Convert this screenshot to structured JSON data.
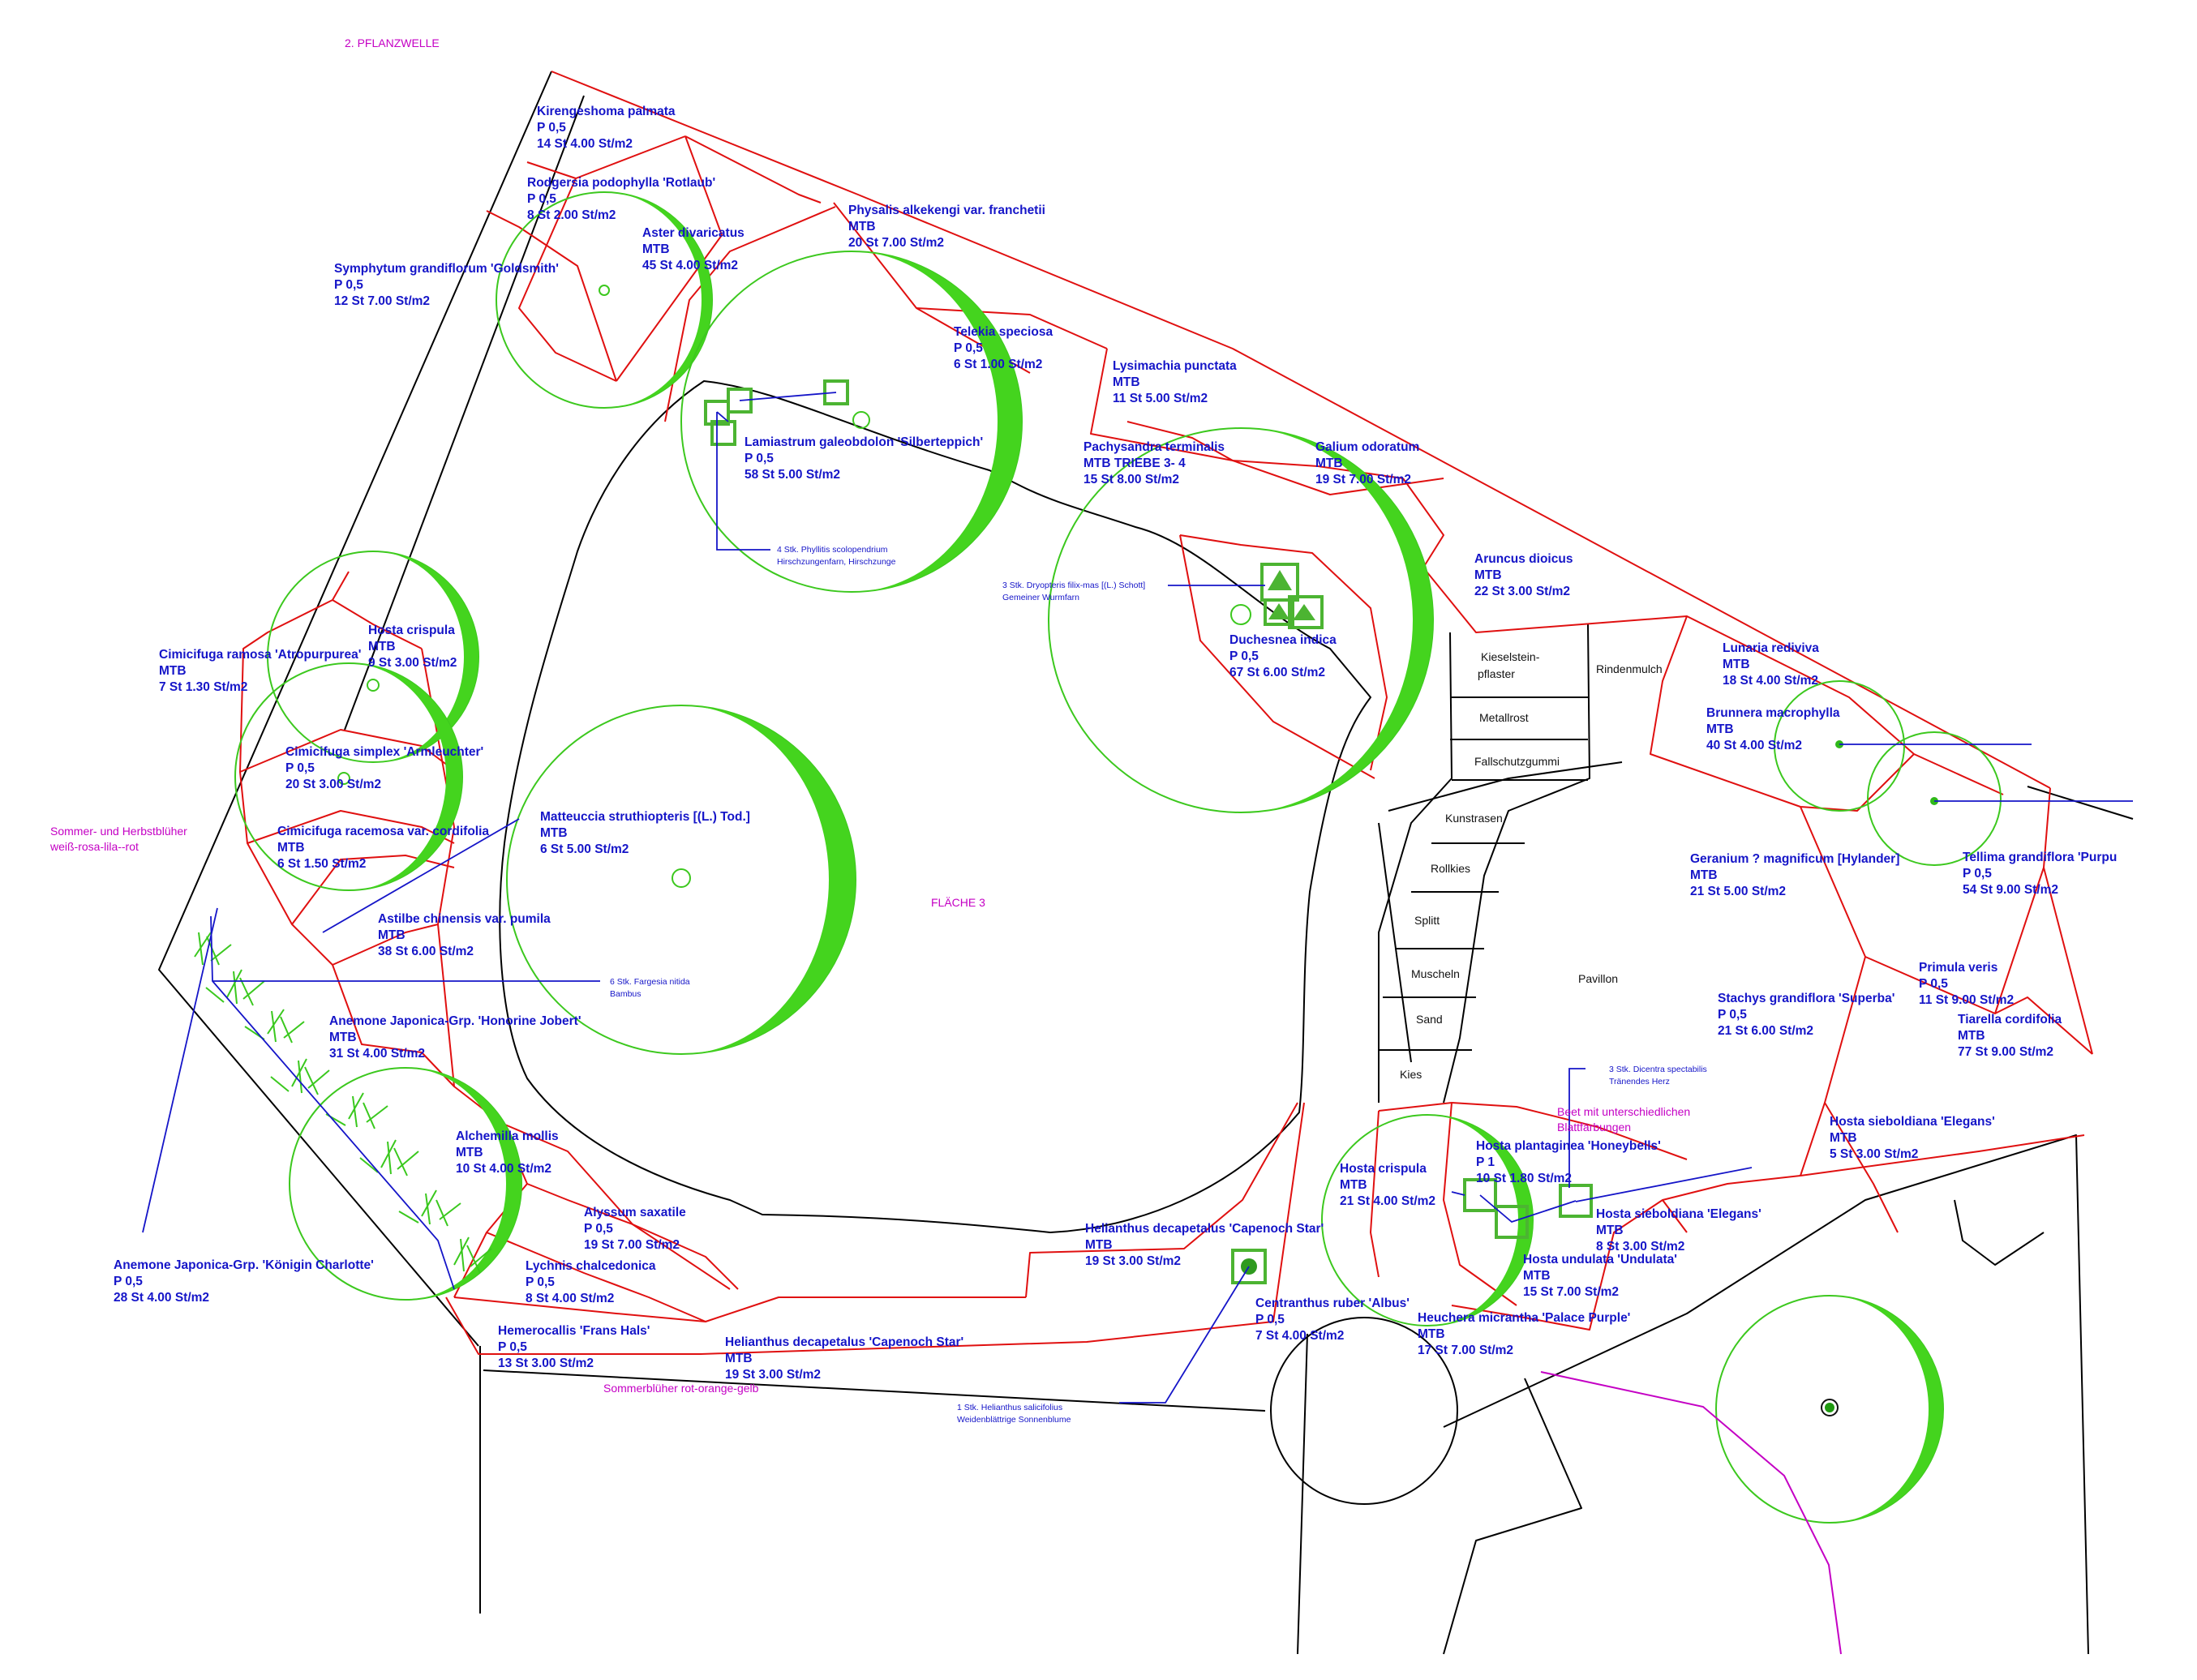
{
  "sheet": {
    "phase_label": "2. PFLANZWELLE",
    "area_label": "FLÄCHE 3"
  },
  "notes": [
    {
      "lines": [
        "Sommer- und Herbstblüher",
        "weiß-rosa-lila--rot"
      ]
    },
    {
      "lines": [
        "Sommerblüher rot-orange-gelb"
      ]
    },
    {
      "lines": [
        "Beet mit unterschiedlichen",
        "Blattfärbungen"
      ]
    }
  ],
  "surfaces": [
    "Kieselstein-",
    "pflaster",
    "Rindenmulch",
    "Metallrost",
    "Fallschutzgummi",
    "Kunstrasen",
    "Rollkies",
    "Splitt",
    "Muscheln",
    "Sand",
    "Kies",
    "Pavillon"
  ],
  "plantings": [
    {
      "lines": [
        "Kirengeshoma  palmata",
        "P  0,5",
        "14  St     4.00  St/m2"
      ]
    },
    {
      "lines": [
        "Rodgersia  podophylla  'Rotlaub'",
        "P  0,5",
        "8  St     2.00  St/m2"
      ]
    },
    {
      "lines": [
        "Aster  divaricatus",
        "MTB",
        "45  St     4.00  St/m2"
      ]
    },
    {
      "lines": [
        "Physalis  alkekengi  var.  franchetii",
        "MTB",
        "20  St     7.00  St/m2"
      ]
    },
    {
      "lines": [
        "Symphytum  grandiflorum  'Goldsmith'",
        "P  0,5",
        "12  St     7.00  St/m2"
      ]
    },
    {
      "lines": [
        "Telekia  speciosa",
        "P  0,5",
        "6  St     1.00  St/m2"
      ]
    },
    {
      "lines": [
        "Lysimachia  punctata",
        "MTB",
        "11  St     5.00  St/m2"
      ]
    },
    {
      "lines": [
        "Lamiastrum  galeobdolon  'Silberteppich'",
        "P  0,5",
        "58  St     5.00  St/m2"
      ]
    },
    {
      "lines": [
        "Pachysandra  terminalis",
        "MTB  TRIEBE  3-  4",
        "15  St     8.00  St/m2"
      ]
    },
    {
      "lines": [
        "Galium  odoratum",
        "MTB",
        "19  St     7.00  St/m2"
      ]
    },
    {
      "lines": [
        "Aruncus  dioicus",
        "MTB",
        "22  St     3.00  St/m2"
      ]
    },
    {
      "lines": [
        "Duchesnea  indica",
        "P  0,5",
        "67  St     6.00  St/m2"
      ]
    },
    {
      "lines": [
        "Lunaria  rediviva",
        "MTB",
        "18  St     4.00  St/m2"
      ]
    },
    {
      "lines": [
        "Brunnera  macrophylla",
        "MTB",
        "40  St     4.00  St/m2"
      ]
    },
    {
      "lines": [
        "Hosta  crispula",
        "MTB",
        "9  St     3.00  St/m2"
      ]
    },
    {
      "lines": [
        "Cimicifuga  ramosa  'Atropurpurea'",
        "MTB",
        "7  St     1.30  St/m2"
      ]
    },
    {
      "lines": [
        "Cimicifuga  simplex  'Armleuchter'",
        "P  0,5",
        "20  St     3.00  St/m2"
      ]
    },
    {
      "lines": [
        "Cimicifuga  racemosa  var.  cordifolia",
        "MTB",
        "6  St     1.50  St/m2"
      ]
    },
    {
      "lines": [
        "Matteuccia  struthiopteris  [(L.)  Tod.]",
        "MTB",
        "6  St     5.00  St/m2"
      ]
    },
    {
      "lines": [
        "Astilbe  chinensis  var.  pumila",
        "MTB",
        "38  St     6.00  St/m2"
      ]
    },
    {
      "lines": [
        "Geranium  ?  magnificum  [Hylander]",
        "MTB",
        "21  St     5.00  St/m2"
      ]
    },
    {
      "lines": [
        "Tellima  grandiflora  'Purpu",
        "P  0,5",
        "54  St     9.00  St/m2"
      ]
    },
    {
      "lines": [
        "Primula  veris",
        "P  0,5",
        "11  St     9.00  St/m2"
      ]
    },
    {
      "lines": [
        "Stachys  grandiflora  'Superba'",
        "P  0,5",
        "21  St     6.00  St/m2"
      ]
    },
    {
      "lines": [
        "Tiarella  cordifolia",
        "MTB",
        "77  St     9.00  St/m2"
      ]
    },
    {
      "lines": [
        "Anemone  Japonica-Grp.  'Honorine  Jobert'",
        "MTB",
        "31  St     4.00  St/m2"
      ]
    },
    {
      "lines": [
        "Alchemilla  mollis",
        "MTB",
        "10  St     4.00  St/m2"
      ]
    },
    {
      "lines": [
        "Hosta  sieboldiana  'Elegans'",
        "MTB",
        "5  St     3.00  St/m2"
      ]
    },
    {
      "lines": [
        "Hosta  plantaginea  'Honeybells'",
        "P  1",
        "10  St     1.80  St/m2"
      ]
    },
    {
      "lines": [
        "Hosta  crispula",
        "MTB",
        "21  St     4.00  St/m2"
      ]
    },
    {
      "lines": [
        "Hosta  sieboldiana  'Elegans'",
        "MTB",
        "8  St     3.00  St/m2"
      ]
    },
    {
      "lines": [
        "Hosta  undulata  'Undulata'",
        "MTB",
        "15  St     7.00  St/m2"
      ]
    },
    {
      "lines": [
        "Heuchera  micrantha  'Palace  Purple'",
        "MTB",
        "17  St     7.00  St/m2"
      ]
    },
    {
      "lines": [
        "Alyssum  saxatile",
        "P  0,5",
        "19  St     7.00  St/m2"
      ]
    },
    {
      "lines": [
        "Lychnis  chalcedonica",
        "P  0,5",
        "8  St     4.00  St/m2"
      ]
    },
    {
      "lines": [
        "Helianthus  decapetalus  'Capenoch  Star'",
        "MTB",
        "19  St     3.00  St/m2"
      ]
    },
    {
      "lines": [
        "Anemone  Japonica-Grp.  'Königin  Charlotte'",
        "P  0,5",
        "28  St     4.00  St/m2"
      ]
    },
    {
      "lines": [
        "Hemerocallis  'Frans  Hals'",
        "P  0,5",
        "13  St     3.00  St/m2"
      ]
    },
    {
      "lines": [
        "Helianthus  decapetalus  'Capenoch  Star'",
        "MTB",
        "19  St     3.00  St/m2"
      ]
    },
    {
      "lines": [
        "Centranthus  ruber  'Albus'",
        "P  0,5",
        "7  St     4.00  St/m2"
      ]
    }
  ],
  "bulk_notes": [
    {
      "lines": [
        "4 Stk.   Phyllitis scolopendrium",
        "Hirschzungenfarn, Hirschzunge"
      ]
    },
    {
      "lines": [
        "3 Stk.   Dryopteris filix-mas [(L.) Schott]",
        "Gemeiner Wurmfarn"
      ]
    },
    {
      "lines": [
        "6 Stk.   Fargesia nitida",
        "Bambus"
      ]
    },
    {
      "lines": [
        "3 Stk.   Dicentra spectabilis",
        "Tränendes Herz"
      ]
    },
    {
      "lines": [
        "1 Stk.   Helianthus salicifolius",
        "Weidenblättrige Sonnenblume"
      ]
    }
  ],
  "colors": {
    "plant_label": "#1515c8",
    "bed_outline": "#e01010",
    "canopy": "#3cc81e",
    "note": "#c400c4",
    "path": "#000000"
  }
}
